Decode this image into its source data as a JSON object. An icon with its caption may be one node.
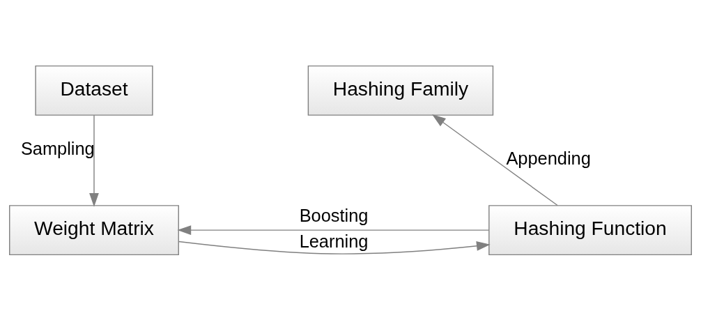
{
  "diagram": {
    "nodes": [
      {
        "text": [
          "Dataset"
        ]
      },
      {
        "text": [
          "Hashing Family"
        ]
      },
      {
        "text": [
          "Weight Matrix"
        ]
      },
      {
        "text": [
          "Hashing Function"
        ]
      }
    ],
    "edges": [
      {
        "from": 0,
        "to": 2,
        "arrow": "to",
        "label": "Sampling"
      },
      {
        "from": 2,
        "to": 3,
        "arrow": "to",
        "label": "Learning"
      },
      {
        "from": 3,
        "to": 2,
        "arrow": "to",
        "label": "Boosting"
      },
      {
        "from": 3,
        "to": 1,
        "arrow": "to",
        "label": "Appending"
      }
    ]
  }
}
